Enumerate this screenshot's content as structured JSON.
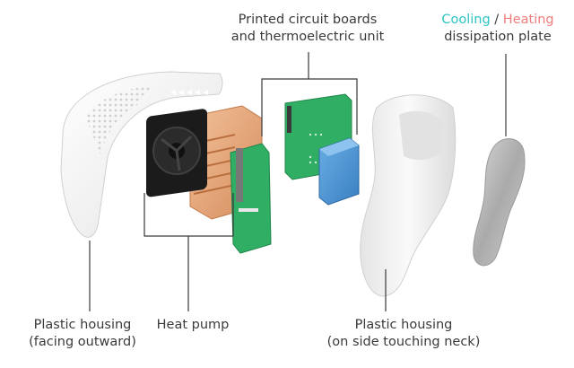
{
  "labels": {
    "pcb_line1": "Printed circuit boards",
    "pcb_line2": "and thermoelectric unit",
    "plate_cooling": "Cooling",
    "plate_separator": " / ",
    "plate_heating": "Heating",
    "plate_line2": "dissipation plate",
    "outer_line1": "Plastic housing",
    "outer_line2": "(facing outward)",
    "heat_pump": "Heat pump",
    "inner_line1": "Plastic housing",
    "inner_line2": "(on side touching neck)"
  },
  "colors": {
    "cooling": "#2ec4c4",
    "heating": "#f07d7d",
    "text": "#3a3a3a",
    "pcb_green": "#2fae64",
    "heatsink_copper": "#e8a878",
    "fan_black": "#1b1b1b",
    "thermo_blue": "#4a8fd0",
    "housing_white": "#f2f2f2",
    "plate_gray": "#b8b8b8"
  }
}
